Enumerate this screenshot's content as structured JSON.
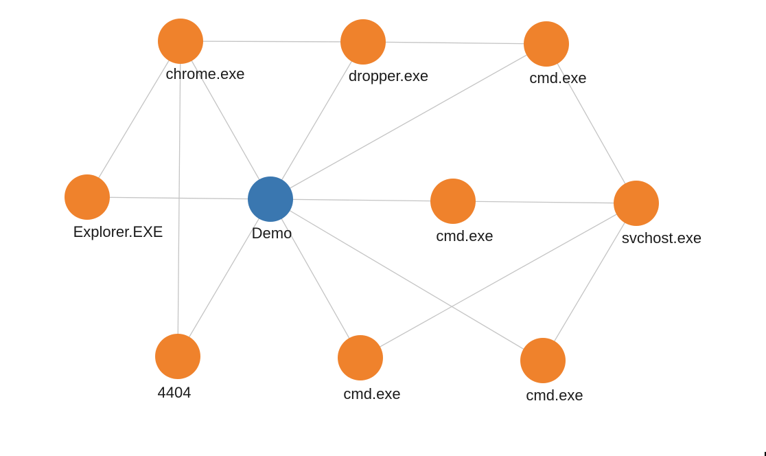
{
  "colors": {
    "focus_node": "#3a77b0",
    "process_node": "#ef822c",
    "edge": "#c4c4c4",
    "label": "#1a1a1a"
  },
  "graph": {
    "nodes": [
      {
        "id": "demo",
        "label": "Demo",
        "kind": "focus"
      },
      {
        "id": "chrome",
        "label": "chrome.exe",
        "kind": "process"
      },
      {
        "id": "dropper",
        "label": "dropper.exe",
        "kind": "process"
      },
      {
        "id": "cmd_top",
        "label": "cmd.exe",
        "kind": "process"
      },
      {
        "id": "explorer",
        "label": "Explorer.EXE",
        "kind": "process"
      },
      {
        "id": "cmd_mid",
        "label": "cmd.exe",
        "kind": "process"
      },
      {
        "id": "svchost",
        "label": "svchost.exe",
        "kind": "process"
      },
      {
        "id": "n4404",
        "label": "4404",
        "kind": "process"
      },
      {
        "id": "cmd_bottom_left",
        "label": "cmd.exe",
        "kind": "process"
      },
      {
        "id": "cmd_bottom_right",
        "label": "cmd.exe",
        "kind": "process"
      }
    ],
    "edges": [
      [
        "chrome",
        "dropper"
      ],
      [
        "dropper",
        "cmd_top"
      ],
      [
        "chrome",
        "demo"
      ],
      [
        "chrome",
        "explorer"
      ],
      [
        "chrome",
        "n4404"
      ],
      [
        "dropper",
        "demo"
      ],
      [
        "cmd_top",
        "demo"
      ],
      [
        "cmd_top",
        "svchost"
      ],
      [
        "explorer",
        "demo"
      ],
      [
        "demo",
        "cmd_mid"
      ],
      [
        "cmd_mid",
        "svchost"
      ],
      [
        "demo",
        "n4404"
      ],
      [
        "demo",
        "cmd_bottom_left"
      ],
      [
        "demo",
        "cmd_bottom_right"
      ],
      [
        "svchost",
        "cmd_bottom_left"
      ],
      [
        "svchost",
        "cmd_bottom_right"
      ]
    ]
  }
}
